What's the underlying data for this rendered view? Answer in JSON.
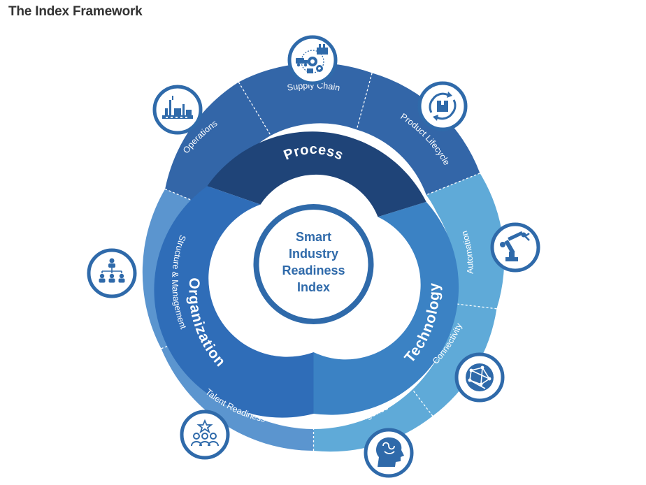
{
  "title": "The Index Framework",
  "center": {
    "lines": [
      "Smart",
      "Industry",
      "Readiness",
      "Index"
    ]
  },
  "pillars": {
    "process": {
      "label": "Process",
      "color": "#1f4478"
    },
    "technology": {
      "label": "Technology",
      "color": "#3b82c4"
    },
    "organization": {
      "label": "Organization",
      "color": "#2f6db8"
    }
  },
  "dimensions": {
    "supply_chain": {
      "label": "Supply Chain",
      "color": "#3366a8",
      "icon": "supply-chain-icon"
    },
    "product_lifecycle": {
      "label": "Product Lifecycle",
      "color": "#3366a8",
      "icon": "product-lifecycle-icon"
    },
    "automation": {
      "label": "Automation",
      "color": "#5faad8",
      "icon": "robot-arm-icon"
    },
    "connectivity": {
      "label": "Connectivity",
      "color": "#5faad8",
      "icon": "globe-network-icon"
    },
    "intelligence": {
      "label": "Intelligence",
      "color": "#5faad8",
      "icon": "brain-head-icon"
    },
    "talent_readiness": {
      "label": "Talent Readiness",
      "color": "#5b95cf",
      "icon": "talent-group-icon"
    },
    "structure_management": {
      "label": "Structure & Management",
      "color": "#5b95cf",
      "icon": "org-chart-icon"
    },
    "operations": {
      "label": "Operations",
      "color": "#3366a8",
      "icon": "factory-icon"
    }
  },
  "colors": {
    "icon_border": "#2f6aaa",
    "center_ring": "#2f6aaa",
    "center_text": "#2f6aaa",
    "separator": "#ffffff"
  }
}
